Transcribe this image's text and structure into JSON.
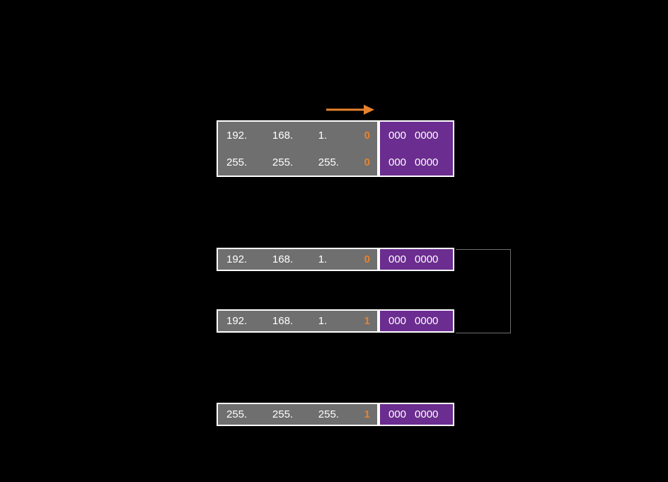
{
  "colors": {
    "background": "#000000",
    "decimal_cell": "#6F6F6F",
    "binary_cell": "#6B2D90",
    "highlight": "#E8822D",
    "box_border": "#FFFFFF",
    "bracket_line": "#6E6E6E"
  },
  "top_box": {
    "address_row": {
      "octet1": "192.",
      "octet2": "168.",
      "octet3": "1.",
      "network_bit": "0",
      "host_bits_group1": "000",
      "host_bits_group2": "0000"
    },
    "mask_row": {
      "octet1": "255.",
      "octet2": "255.",
      "octet3": "255.",
      "network_bit": "0",
      "host_bits_group1": "000",
      "host_bits_group2": "0000"
    }
  },
  "subnet1_row": {
    "octet1": "192.",
    "octet2": "168.",
    "octet3": "1.",
    "network_bit": "0",
    "host_bits_group1": "000",
    "host_bits_group2": "0000"
  },
  "subnet2_row": {
    "octet1": "192.",
    "octet2": "168.",
    "octet3": "1.",
    "network_bit": "1",
    "host_bits_group1": "000",
    "host_bits_group2": "0000"
  },
  "mask_bottom_row": {
    "octet1": "255.",
    "octet2": "255.",
    "octet3": "255.",
    "network_bit": "1",
    "host_bits_group1": "000",
    "host_bits_group2": "0000"
  }
}
